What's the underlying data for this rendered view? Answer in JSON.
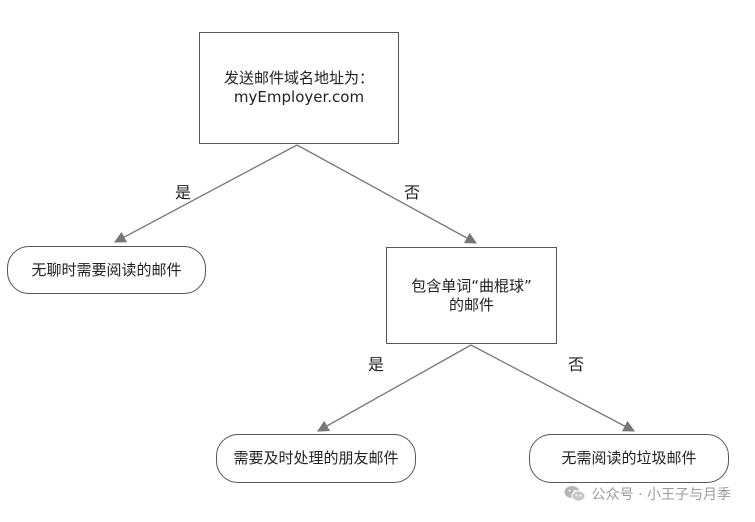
{
  "nodes": {
    "root": {
      "line1": "发送邮件域名地址为：",
      "line2": "myEmployer.com"
    },
    "hockey": {
      "line1": "包含单词“曲棍球”",
      "line2": "的邮件"
    },
    "boring": {
      "text": "无聊时需要阅读的邮件"
    },
    "friends": {
      "text": "需要及时处理的朋友邮件"
    },
    "spam": {
      "text": "无需阅读的垃圾邮件"
    }
  },
  "edges": {
    "root_yes": "是",
    "root_no": "否",
    "hockey_yes": "是",
    "hockey_no": "否"
  },
  "watermark": {
    "icon": "wechat-icon",
    "text": "公众号 · 小王子与月季"
  },
  "colors": {
    "line": "#777777",
    "border": "#555555",
    "watermark": "#9a9a9a"
  }
}
